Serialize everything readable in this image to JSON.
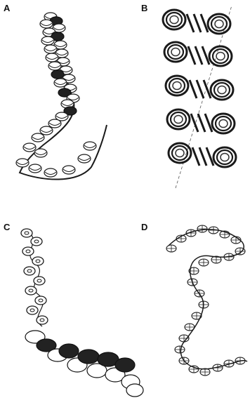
{
  "figure": {
    "panels": [
      {
        "label": "A"
      },
      {
        "label": "B"
      },
      {
        "label": "C"
      },
      {
        "label": "D"
      }
    ]
  },
  "colors": {
    "ink": "#1a1a1a",
    "paper": "#ffffff"
  }
}
